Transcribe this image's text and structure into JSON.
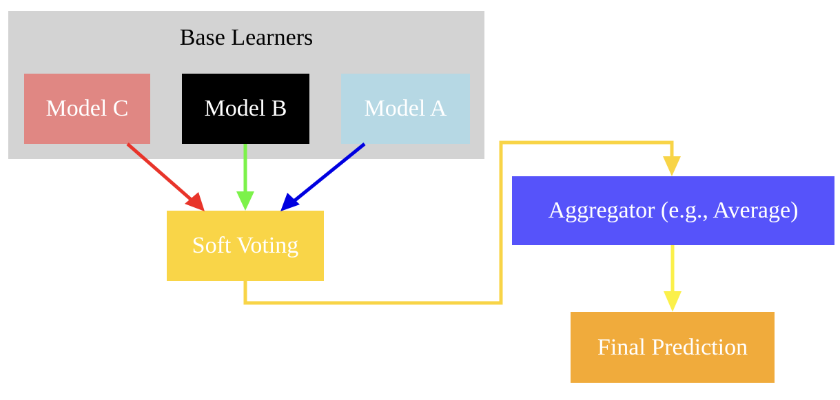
{
  "cluster": {
    "title": "Base Learners"
  },
  "nodes": {
    "model_c": "Model C",
    "model_b": "Model B",
    "model_a": "Model A",
    "soft_voting": "Soft Voting",
    "aggregator": "Aggregator (e.g., Average)",
    "final_prediction": "Final Prediction"
  },
  "edges": [
    {
      "from": "Model C",
      "to": "Soft Voting",
      "color": "#e8342a"
    },
    {
      "from": "Model B",
      "to": "Soft Voting",
      "color": "#7cf24a"
    },
    {
      "from": "Model A",
      "to": "Soft Voting",
      "color": "#0000e0"
    },
    {
      "from": "Soft Voting",
      "to": "Aggregator (e.g., Average)",
      "color": "#f8d447"
    },
    {
      "from": "Aggregator (e.g., Average)",
      "to": "Final Prediction",
      "color": "#fbf04a"
    }
  ],
  "colors": {
    "cluster_bg": "#d3d3d3",
    "model_c": "#e08783",
    "model_b": "#000000",
    "model_a": "#b6d8e4",
    "soft_voting": "#f9d548",
    "aggregator": "#5653fa",
    "final_prediction": "#f0ab3c"
  }
}
